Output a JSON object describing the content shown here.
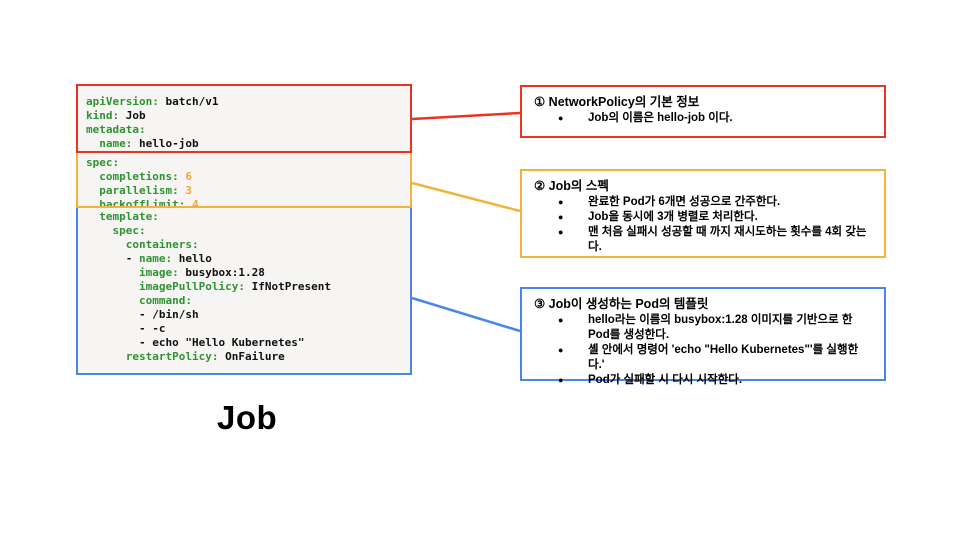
{
  "title": "Job",
  "colors": {
    "red": "#ea3323",
    "yellow": "#f0b43c",
    "blue": "#4a86e8",
    "key_green": "#2e9331",
    "num_orange": "#f2a43a",
    "code_bg": "#f6f5f3"
  },
  "code": {
    "sections": [
      {
        "name": "metadata",
        "border": "red",
        "lines": [
          [
            {
              "c": "key",
              "s": "apiVersion:"
            },
            {
              "c": "plain",
              "s": " batch/v1"
            }
          ],
          [
            {
              "c": "key",
              "s": "kind:"
            },
            {
              "c": "plain",
              "s": " Job"
            }
          ],
          [
            {
              "c": "key",
              "s": "metadata:"
            }
          ],
          [
            {
              "c": "plain",
              "s": "  "
            },
            {
              "c": "key",
              "s": "name:"
            },
            {
              "c": "plain",
              "s": " hello-job"
            }
          ]
        ]
      },
      {
        "name": "spec",
        "border": "yellow",
        "lines": [
          [
            {
              "c": "key",
              "s": "spec:"
            }
          ],
          [
            {
              "c": "plain",
              "s": "  "
            },
            {
              "c": "key",
              "s": "completions:"
            },
            {
              "c": "num",
              "s": " 6"
            }
          ],
          [
            {
              "c": "plain",
              "s": "  "
            },
            {
              "c": "key",
              "s": "parallelism:"
            },
            {
              "c": "num",
              "s": " 3"
            }
          ],
          [
            {
              "c": "plain",
              "s": "  "
            },
            {
              "c": "key",
              "s": "backoffLimit:"
            },
            {
              "c": "num",
              "s": " 4"
            }
          ]
        ]
      },
      {
        "name": "template",
        "border": "blue",
        "lines": [
          [
            {
              "c": "plain",
              "s": "  "
            },
            {
              "c": "key",
              "s": "template:"
            }
          ],
          [
            {
              "c": "plain",
              "s": "    "
            },
            {
              "c": "key",
              "s": "spec:"
            }
          ],
          [
            {
              "c": "plain",
              "s": "      "
            },
            {
              "c": "key",
              "s": "containers:"
            }
          ],
          [
            {
              "c": "plain",
              "s": "      - "
            },
            {
              "c": "key",
              "s": "name:"
            },
            {
              "c": "plain",
              "s": " hello"
            }
          ],
          [
            {
              "c": "plain",
              "s": "        "
            },
            {
              "c": "key",
              "s": "image:"
            },
            {
              "c": "plain",
              "s": " busybox:1.28"
            }
          ],
          [
            {
              "c": "plain",
              "s": "        "
            },
            {
              "c": "key",
              "s": "imagePullPolicy:"
            },
            {
              "c": "plain",
              "s": " IfNotPresent"
            }
          ],
          [
            {
              "c": "plain",
              "s": "        "
            },
            {
              "c": "key",
              "s": "command:"
            }
          ],
          [
            {
              "c": "plain",
              "s": "        - /bin/sh"
            }
          ],
          [
            {
              "c": "plain",
              "s": "        - -c"
            }
          ],
          [
            {
              "c": "plain",
              "s": "        - echo \"Hello Kubernetes\""
            }
          ],
          [
            {
              "c": "plain",
              "s": "      "
            },
            {
              "c": "key",
              "s": "restartPolicy:"
            },
            {
              "c": "plain",
              "s": " OnFailure"
            }
          ]
        ]
      }
    ]
  },
  "annotations": [
    {
      "border": "red",
      "heading": "① NetworkPolicy의 기본 정보",
      "bullets": [
        "Job의 이름은 hello-job 이다."
      ]
    },
    {
      "border": "yellow",
      "heading": "② Job의 스펙",
      "bullets": [
        "완료한 Pod가 6개면 성공으로 간주한다.",
        "Job을 동시에 3개 병렬로 처리한다.",
        "맨 처음 실패시 성공할 때 까지 재시도하는 횟수를 4회 갖는다."
      ]
    },
    {
      "border": "blue",
      "heading": "③ Job이 생성하는 Pod의 템플릿",
      "bullets": [
        "hello라는 이름의 busybox:1.28 이미지를 기반으로 한 Pod를 생성한다.",
        "셸 안에서 명령어 'echo \"Hello Kubernetes\"'를 실행한다.'",
        "Pod가 실패할 시 다시 시작한다."
      ]
    }
  ],
  "bullet_glyph": "●"
}
